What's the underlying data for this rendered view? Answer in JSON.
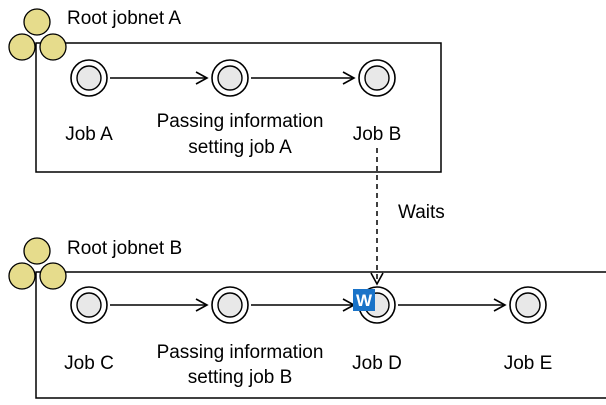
{
  "jobnet_a": {
    "title": "Root jobnet A",
    "jobs": [
      "Job A",
      "Passing information",
      "setting job A",
      "Job B"
    ]
  },
  "jobnet_b": {
    "title": "Root jobnet B",
    "jobs": [
      "Job C",
      "Passing information",
      "setting job B",
      "Job D",
      "Job E"
    ]
  },
  "wait": {
    "label": "Waits",
    "badge": "W"
  },
  "colors": {
    "jobnet_icon_fill": "#e6dc8c",
    "job_fill": "#e8e8e8",
    "badge_fill": "#1a73c8",
    "line": "#000000"
  },
  "icons": {
    "jobnet": "root-jobnet-icon",
    "job": "job-icon",
    "wait": "wait-badge-icon"
  }
}
